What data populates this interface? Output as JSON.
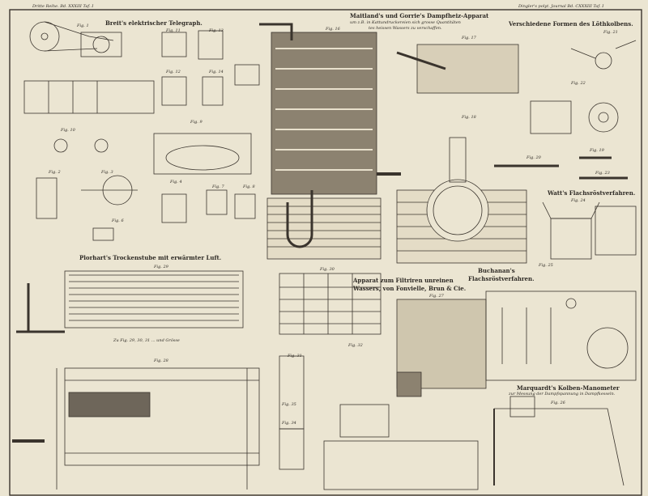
{
  "header": {
    "left": "Dritte Reihe. Bd. XXXIII Taf. I",
    "right": "Dingler's polyt. Journal Bd. CXXXIII Taf. I"
  },
  "titles": {
    "telegraph": "Breit's elektrischer Telegraph.",
    "steam_title": "Maitland's und Gorrie's Dampfheiz-Apparat",
    "steam_sub1": "um z.B. in Kattundruckereien sich grosse Quantitäten",
    "steam_sub2": "tes heissen Wassers zu verschaffen.",
    "lothkolben": "Verschiedene Formen des Löthkolbens.",
    "watt": "Watt's Flachsröstverfahren.",
    "trockenstube": "Plorhart's Trockenstube mit erwärmter Luft.",
    "filter1": "Apparat zum Filtriren unreinen",
    "filter2": "Wassers, von Fonvielle, Brun & Cie.",
    "buchanan1": "Buchanan's",
    "buchanan2": "Flachsröstverfahren.",
    "manometer1": "Marquardt's Kolben-Manometer",
    "manometer2": "zur Messung der Dampfspannung in Dampfkesseln."
  },
  "figures": [
    "Fig. 1",
    "Fig. 11",
    "Fig. 13",
    "Fig. 16",
    "Fig. 17",
    "Fig. 21",
    "Fig. 12",
    "Fig. 14",
    "Fig. 22",
    "Fig. 9",
    "Fig. 10",
    "Fig. 18",
    "Fig. 19",
    "Fig. 20",
    "Fig. 23",
    "Fig. 2",
    "Fig. 3",
    "Fig. 4",
    "Fig. 7",
    "Fig. 8",
    "Fig. 24",
    "Fig. 6",
    "Fig. 29",
    "Fig. 30",
    "Fig. 27",
    "Fig. 25",
    "Fig. 31",
    "Fig. 32",
    "Fig. 28",
    "Fig. 35",
    "Fig. 34",
    "Fig. 26"
  ],
  "scale_note": "Zu Fig. 29, 30, 31 ... und Grösse"
}
